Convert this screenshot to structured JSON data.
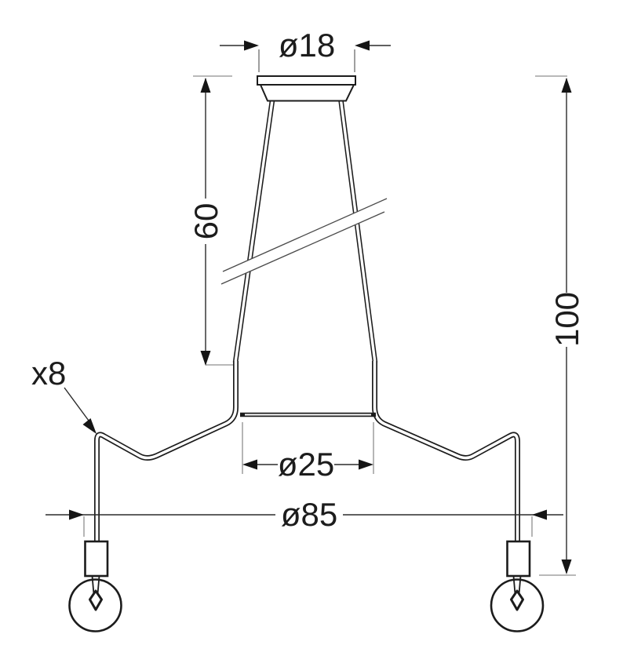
{
  "page": {
    "background_color": "#ffffff",
    "line_color": "#1c1c1c"
  },
  "drawing": {
    "labels": {
      "canopy_diameter": "ø18",
      "suspension_length": "60",
      "total_height": "100",
      "ring_diameter": "ø25",
      "overall_diameter": "ø85",
      "arm_count": "x8"
    }
  }
}
